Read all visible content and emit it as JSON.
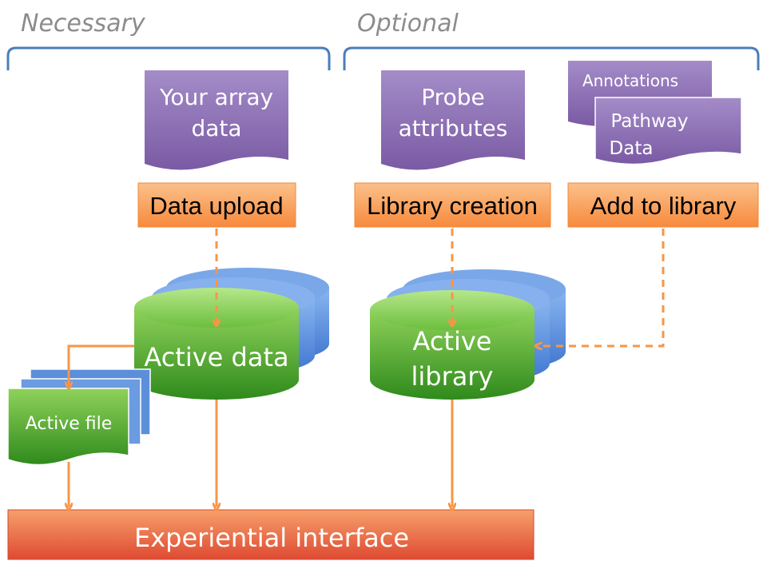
{
  "sections": {
    "necessary": "Necessary",
    "optional": "Optional"
  },
  "documents": {
    "your_array_data": [
      "Your array",
      "data"
    ],
    "probe_attributes": [
      "Probe",
      "attributes"
    ],
    "annotations": "Annotations",
    "pathway_data": [
      "Pathway",
      "Data"
    ]
  },
  "processes": {
    "data_upload": "Data upload",
    "library_creation": "Library creation",
    "add_to_library": "Add to library"
  },
  "stores": {
    "active_data": "Active data",
    "active_library": [
      "Active",
      "library"
    ],
    "active_file": "Active file"
  },
  "interface": {
    "label": "Experiential interface"
  },
  "colors": {
    "brace": "#4a7ebb",
    "document_purple": "#8064a2",
    "process_orange": "#f79646",
    "store_green": "#4e9a2a",
    "stack_blue": "#5b8fd9",
    "arrow_orange": "#f79646",
    "interface_red": "#e05a3a",
    "section_gray": "#8c8c8c"
  }
}
